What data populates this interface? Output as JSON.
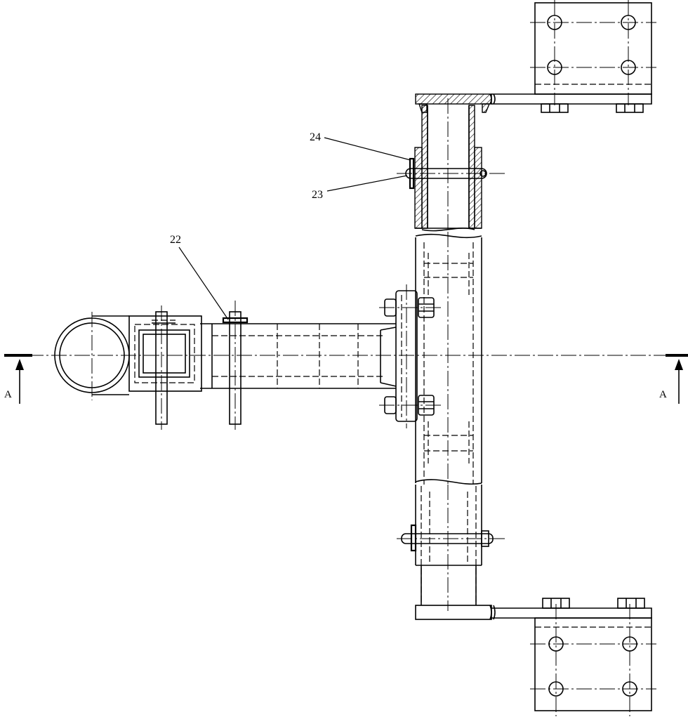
{
  "labels": {
    "callout_22": "22",
    "callout_23": "23",
    "callout_24": "24",
    "section_left": "A",
    "section_right": "A"
  },
  "colors": {
    "line": "#000000",
    "background": "#ffffff"
  }
}
